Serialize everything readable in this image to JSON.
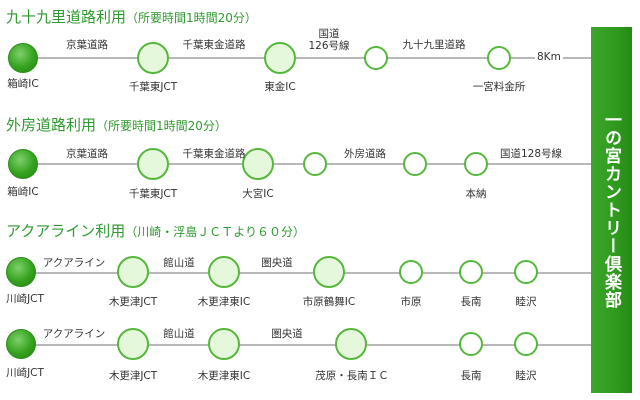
{
  "destination": "一の宮カントリー倶楽部",
  "sections": [
    {
      "title": "九十九里道路利用",
      "subtitle": "（所要時間1時間20分）",
      "routes": [
        {
          "nodes": [
            {
              "label": "箱崎IC",
              "style": "start"
            },
            {
              "label": "千葉東JCT",
              "style": "big"
            },
            {
              "label": "東金IC",
              "style": "big"
            },
            {
              "label": "",
              "style": "small"
            },
            {
              "label": "一宮料金所",
              "style": "small"
            }
          ],
          "roads": [
            "京葉道路",
            "千葉東金道路",
            "国道\n126号線",
            "九十九里道路"
          ],
          "tail": "8Km"
        }
      ]
    },
    {
      "title": "外房道路利用",
      "subtitle": "（所要時間1時間20分）",
      "routes": [
        {
          "nodes": [
            {
              "label": "箱崎IC",
              "style": "start"
            },
            {
              "label": "千葉東JCT",
              "style": "big"
            },
            {
              "label": "大宮IC",
              "style": "big"
            },
            {
              "label": "",
              "style": "small"
            },
            {
              "label": "",
              "style": "small"
            },
            {
              "label": "本納",
              "style": "small"
            }
          ],
          "roads": [
            "京葉道路",
            "千葉東金道路",
            "",
            "外房道路",
            "",
            "国道128号線"
          ],
          "tail": ""
        }
      ]
    },
    {
      "title": "アクアライン利用",
      "subtitle": "（川崎・浮島ＪＣＴより６０分）",
      "routes": [
        {
          "nodes": [
            {
              "label": "川崎JCT",
              "style": "start"
            },
            {
              "label": "木更津JCT",
              "style": "big"
            },
            {
              "label": "木更津東IC",
              "style": "big"
            },
            {
              "label": "市原鶴舞IC",
              "style": "big"
            },
            {
              "label": "市原",
              "style": "small"
            },
            {
              "label": "長南",
              "style": "small"
            },
            {
              "label": "睦沢",
              "style": "small"
            }
          ],
          "roads": [
            "アクアライン",
            "館山道",
            "圏央道"
          ],
          "tail": ""
        },
        {
          "nodes": [
            {
              "label": "川崎JCT",
              "style": "start"
            },
            {
              "label": "木更津JCT",
              "style": "big"
            },
            {
              "label": "木更津東IC",
              "style": "big"
            },
            {
              "label": "茂原・長南ＩＣ",
              "style": "big"
            },
            {
              "label": "長南",
              "style": "small"
            },
            {
              "label": "睦沢",
              "style": "small"
            }
          ],
          "roads": [
            "アクアライン",
            "館山道",
            "圏央道"
          ],
          "tail": ""
        }
      ]
    }
  ],
  "colors": {
    "accent": "#2f9a2f",
    "node_border": "#55b83c",
    "node_fill": "#e6f8dc",
    "line": "#b8b8b8"
  }
}
